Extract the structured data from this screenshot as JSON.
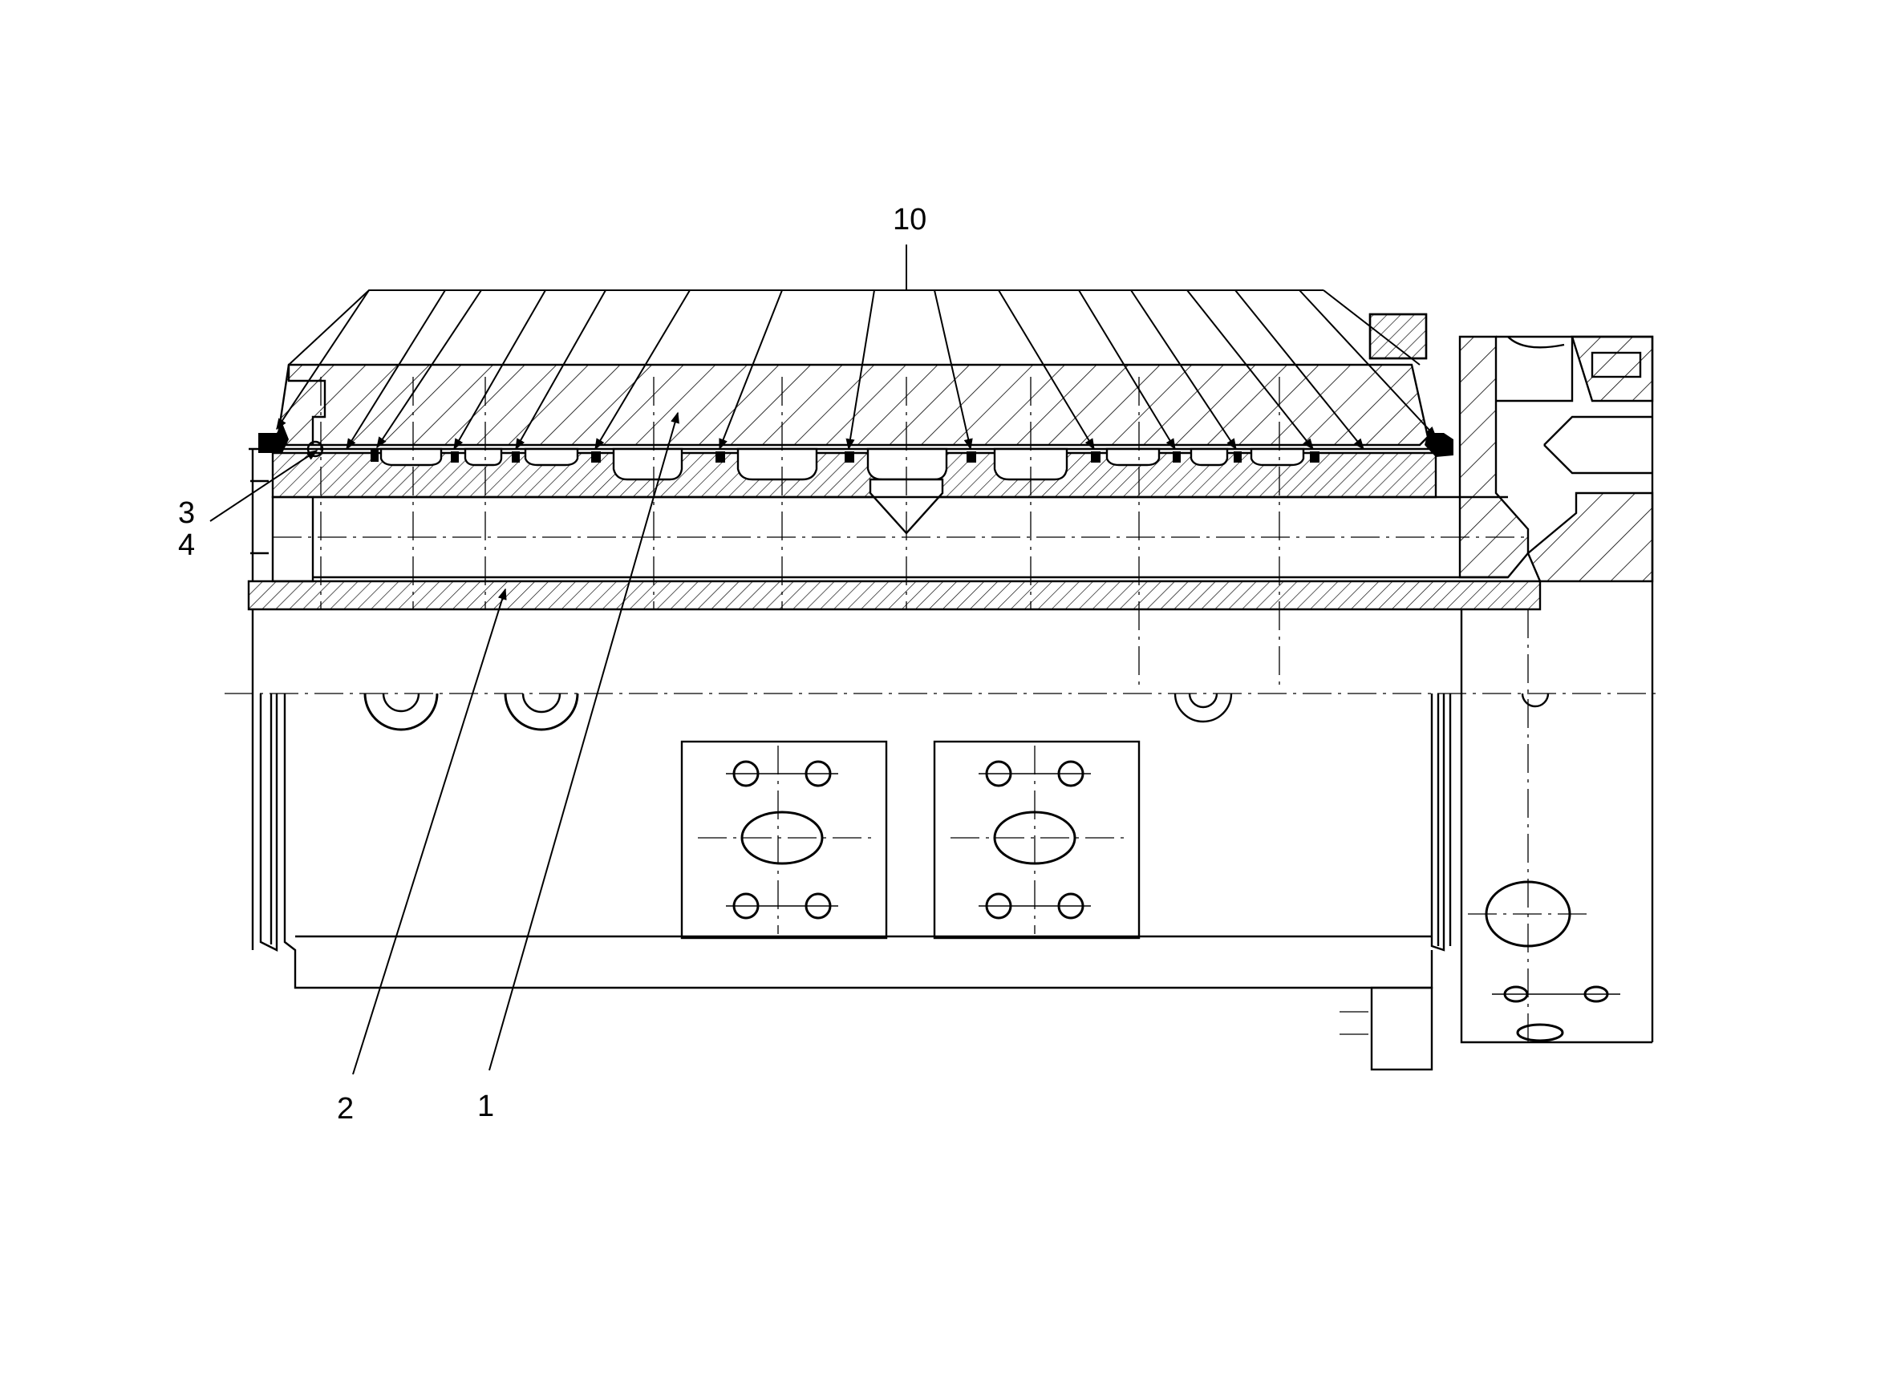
{
  "labels": {
    "top": "10",
    "left_upper": "3",
    "left_lower": "4",
    "bottom_left": "2",
    "bottom_mid": "1"
  },
  "colors": {
    "ink": "#000000",
    "paper": "#ffffff"
  }
}
